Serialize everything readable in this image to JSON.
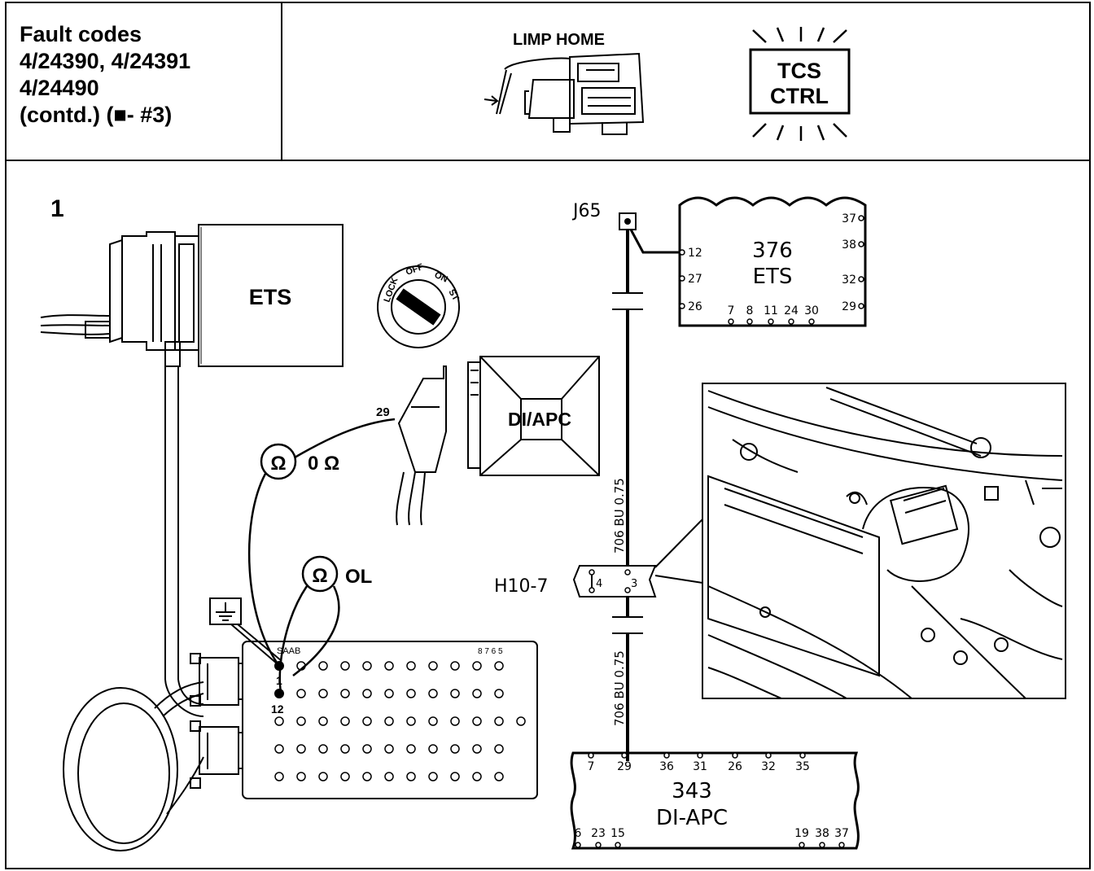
{
  "header": {
    "fault_lines": [
      "Fault codes",
      "4/24390, 4/24391",
      "4/24490",
      "(contd.) (■- #3)"
    ],
    "limp_home_label": "LIMP HOME",
    "tcs_line1": "TCS",
    "tcs_line2": "CTRL"
  },
  "figure": {
    "number": "1",
    "ets_unit_label": "ETS",
    "ignition_positions": [
      "LOCK",
      "OFF",
      "ON",
      "ST"
    ],
    "diapc_unit_label": "DI/APC",
    "connector_pin": "29",
    "meter1_symbol": "Ω",
    "meter1_reading": "0 Ω",
    "meter2_symbol": "Ω",
    "meter2_reading": "OL",
    "breakout_pin1": "1",
    "breakout_pin12": "12",
    "breakout_logo_left": "SAAB",
    "breakout_logo_right": "8 7 6 5"
  },
  "schematic": {
    "junction_label": "J65",
    "ets_number": "376",
    "ets_name": "ETS",
    "ets_left_pins": [
      "12",
      "27",
      "26"
    ],
    "ets_right_pins": [
      "37",
      "38",
      "32",
      "29"
    ],
    "ets_bottom_pins": [
      "7",
      "8",
      "11",
      "24",
      "30"
    ],
    "wire_label_top": "706  BU  0.75",
    "wire_label_bottom": "706  BU  0.75",
    "connector_label": "H10-7",
    "connector_pin_left": "4",
    "connector_pin_right": "3",
    "diapc_number": "343",
    "diapc_name": "DI-APC",
    "diapc_top_pins": [
      "7",
      "29",
      "36",
      "31",
      "26",
      "32",
      "35"
    ],
    "diapc_bottom_left_pins": [
      "6",
      "23",
      "15"
    ],
    "diapc_bottom_right_pins": [
      "19",
      "38",
      "37"
    ]
  }
}
